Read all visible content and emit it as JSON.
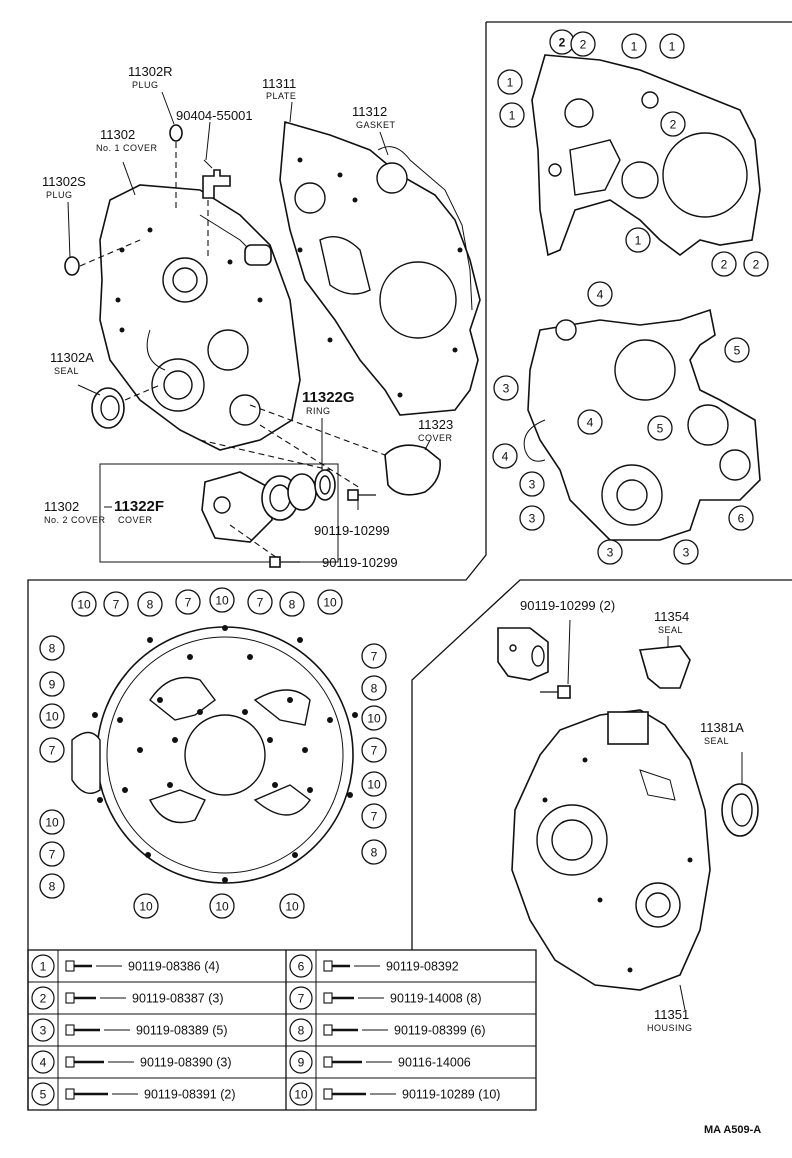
{
  "diagram_code": "MA A509-A",
  "parts": [
    {
      "number": "11302R",
      "name": "PLUG"
    },
    {
      "number": "11311",
      "name": "PLATE"
    },
    {
      "number": "90404-55001",
      "name": ""
    },
    {
      "number": "11312",
      "name": "GASKET"
    },
    {
      "number": "11302",
      "name": "No. 1 COVER"
    },
    {
      "number": "11302S",
      "name": "PLUG"
    },
    {
      "number": "11302A",
      "name": "SEAL"
    },
    {
      "number": "11322G",
      "name": "RING"
    },
    {
      "number": "11323",
      "name": "COVER"
    },
    {
      "number": "11302",
      "name": "No. 2 COVER"
    },
    {
      "number": "11322F",
      "name": "COVER"
    },
    {
      "number": "90119-10299",
      "name": ""
    },
    {
      "number": "90119-10299",
      "name": ""
    },
    {
      "number": "90119-10299 (2)",
      "name": ""
    },
    {
      "number": "11354",
      "name": "SEAL"
    },
    {
      "number": "11381A",
      "name": "SEAL"
    },
    {
      "number": "11351",
      "name": "HOUSING"
    }
  ],
  "bolt_table": [
    {
      "ref": "1",
      "part": "90119-08386 (4)"
    },
    {
      "ref": "2",
      "part": "90119-08387 (3)"
    },
    {
      "ref": "3",
      "part": "90119-08389 (5)"
    },
    {
      "ref": "4",
      "part": "90119-08390 (3)"
    },
    {
      "ref": "5",
      "part": "90119-08391 (2)"
    },
    {
      "ref": "6",
      "part": "90119-08392"
    },
    {
      "ref": "7",
      "part": "90119-14008 (8)"
    },
    {
      "ref": "8",
      "part": "90119-08399 (6)"
    },
    {
      "ref": "9",
      "part": "90116-14006"
    },
    {
      "ref": "10",
      "part": "90119-10289 (10)"
    }
  ],
  "callouts": {
    "panel_a": [
      "2",
      "2",
      "1",
      "1",
      "1",
      "2",
      "1",
      "1",
      "2",
      "2"
    ],
    "panel_b": [
      "4",
      "5",
      "3",
      "4",
      "4",
      "5",
      "3",
      "3",
      "6",
      "3",
      "3"
    ],
    "panel_c": [
      "10",
      "7",
      "8",
      "7",
      "10",
      "7",
      "8",
      "10",
      "8",
      "7",
      "9",
      "8",
      "10",
      "10",
      "7",
      "7",
      "10",
      "10",
      "7",
      "7",
      "8",
      "8",
      "10",
      "10",
      "10"
    ]
  }
}
